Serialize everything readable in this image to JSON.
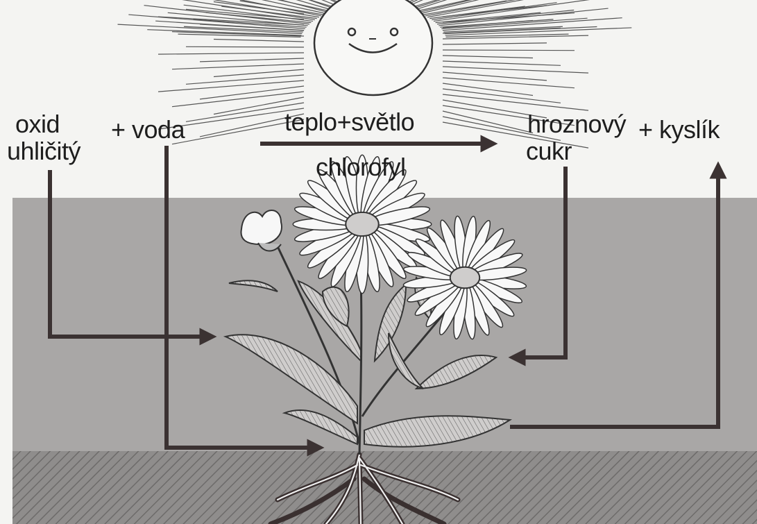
{
  "labels": {
    "carbon_dioxide_line1": "oxid",
    "carbon_dioxide_line2": "uhličitý",
    "water": "+ voda",
    "heat_light": "teplo+světlo",
    "chlorophyll": "chlorofyl",
    "glucose_line1": "hroznový",
    "glucose_line2": "cukr",
    "oxygen": "+ kyslík"
  },
  "colors": {
    "paper": "#f4f4f2",
    "sky_band": "#a9a7a6",
    "soil": "#8f8d8c",
    "arrow": "#3b3232",
    "ink": "#1e1e1e"
  }
}
